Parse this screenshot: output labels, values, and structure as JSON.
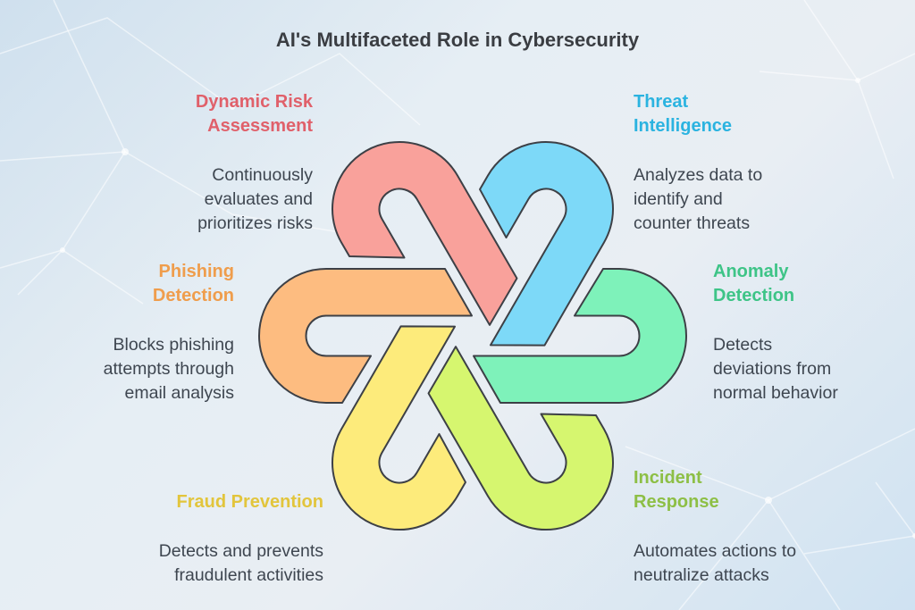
{
  "title": "AI's Multifaceted Role in Cybersecurity",
  "colors": {
    "stroke": "#3d4046",
    "text": "#3e4650"
  },
  "items": [
    {
      "key": "dynamic-risk-assessment",
      "heading": [
        "Dynamic Risk",
        "Assessment"
      ],
      "description": [
        "Continuously",
        "evaluates and",
        "prioritizes risks"
      ],
      "color": "#e0606a",
      "fill": "#f9a19b"
    },
    {
      "key": "threat-intelligence",
      "heading": [
        "Threat",
        "Intelligence"
      ],
      "description": [
        "Analyzes data to",
        "identify and",
        "counter threats"
      ],
      "color": "#2bb3e0",
      "fill": "#7dd9f8"
    },
    {
      "key": "anomaly-detection",
      "heading": [
        "Anomaly",
        "Detection"
      ],
      "description": [
        "Detects",
        "deviations from",
        "normal behavior"
      ],
      "color": "#3ec487",
      "fill": "#7ef2ba"
    },
    {
      "key": "incident-response",
      "heading": [
        "Incident",
        "Response"
      ],
      "description": [
        "Automates actions to",
        "neutralize attacks"
      ],
      "color": "#8dbf45",
      "fill": "#d6f66f"
    },
    {
      "key": "fraud-prevention",
      "heading": [
        "Fraud Prevention"
      ],
      "description": [
        "Detects and prevents",
        "fraudulent activities"
      ],
      "color": "#e2c53c",
      "fill": "#fdeb7b"
    },
    {
      "key": "phishing-detection",
      "heading": [
        "Phishing",
        "Detection"
      ],
      "description": [
        "Blocks phishing",
        "attempts through",
        "email analysis"
      ],
      "color": "#ef9d4c",
      "fill": "#fdbc80"
    }
  ]
}
